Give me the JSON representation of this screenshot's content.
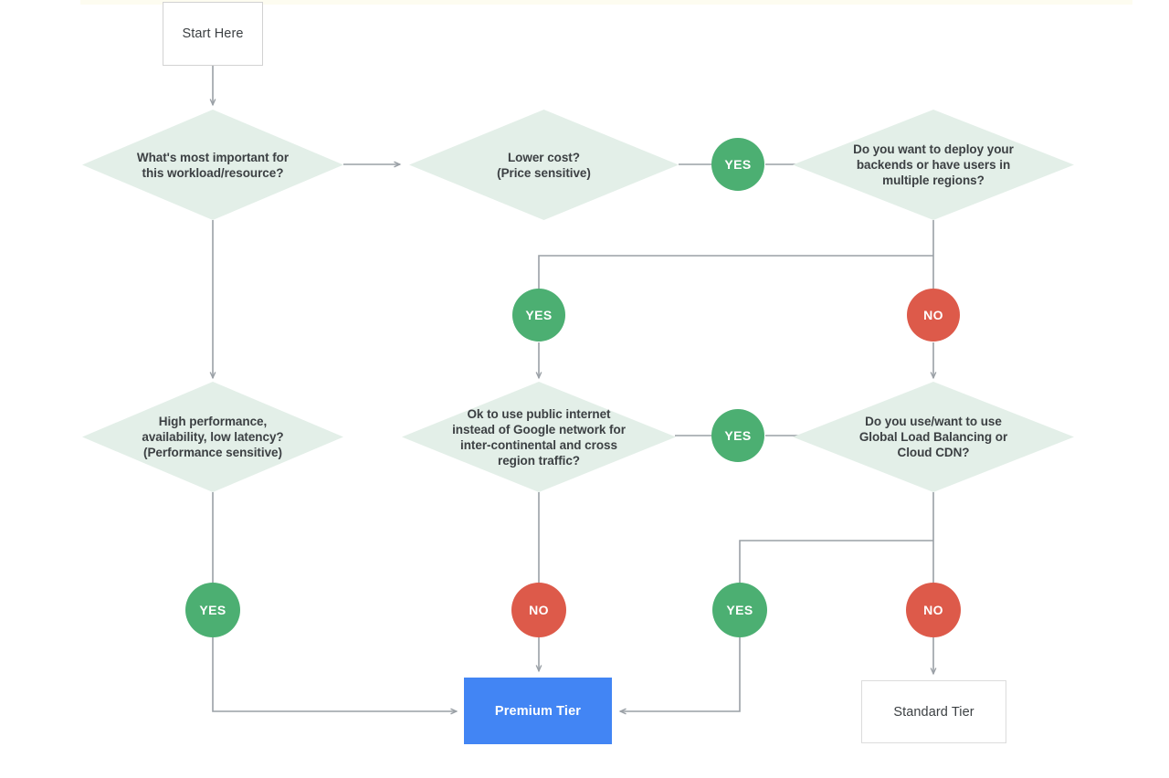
{
  "chart_data": {
    "type": "flowchart",
    "title": "Network Service Tier decision flowchart",
    "nodes": [
      {
        "id": "start",
        "kind": "terminator",
        "label": "Start Here"
      },
      {
        "id": "d1",
        "kind": "decision",
        "label": "What's most important for this workload/resource?"
      },
      {
        "id": "d2",
        "kind": "decision",
        "label": "Lower cost? (Price sensitive)"
      },
      {
        "id": "d3",
        "kind": "decision",
        "label": "Do you want to deploy your backends or have users in multiple regions?"
      },
      {
        "id": "d4",
        "kind": "decision",
        "label": "High performance, availability, low latency? (Performance sensitive)"
      },
      {
        "id": "d5",
        "kind": "decision",
        "label": "Ok to use public internet instead of Google network for inter-continental and cross region traffic?"
      },
      {
        "id": "d6",
        "kind": "decision",
        "label": "Do you use/want to use Global Load Balancing or Cloud CDN?"
      },
      {
        "id": "premium",
        "kind": "result",
        "label": "Premium Tier"
      },
      {
        "id": "standard",
        "kind": "result",
        "label": "Standard Tier"
      }
    ],
    "edges": [
      {
        "from": "start",
        "to": "d1",
        "label": ""
      },
      {
        "from": "d1",
        "to": "d2",
        "label": ""
      },
      {
        "from": "d1",
        "to": "d4",
        "label": ""
      },
      {
        "from": "d2",
        "to": "d3",
        "label": "YES"
      },
      {
        "from": "d3",
        "to": "d5",
        "label": "YES"
      },
      {
        "from": "d3",
        "to": "d6",
        "label": "NO"
      },
      {
        "from": "d4",
        "to": "premium",
        "label": "YES"
      },
      {
        "from": "d5",
        "to": "premium",
        "label": "NO"
      },
      {
        "from": "d5",
        "to": "d6",
        "label": "YES"
      },
      {
        "from": "d6",
        "to": "premium",
        "label": "YES"
      },
      {
        "from": "d6",
        "to": "standard",
        "label": "NO"
      }
    ]
  },
  "nodes": {
    "start": {
      "label": "Start Here"
    },
    "d1": {
      "line1": "What's most important for",
      "line2": "this workload/resource?"
    },
    "d2": {
      "line1": "Lower cost?",
      "line2": "(Price sensitive)"
    },
    "d3": {
      "line1": "Do you want to deploy your",
      "line2": "backends or have users in",
      "line3": "multiple regions?"
    },
    "d4": {
      "line1": "High performance,",
      "line2": "availability, low latency?",
      "line3": "(Performance sensitive)"
    },
    "d5": {
      "line1": "Ok to use public internet",
      "line2": "instead of Google network for",
      "line3": "inter-continental and cross",
      "line4": "region traffic?"
    },
    "d6": {
      "line1": "Do you use/want to use",
      "line2": "Global Load Balancing or",
      "line3": "Cloud CDN?"
    },
    "premium": {
      "label": "Premium Tier"
    },
    "standard": {
      "label": "Standard Tier"
    }
  },
  "badges": {
    "yes_cost": "YES",
    "yes_multiregion": "YES",
    "no_multiregion": "NO",
    "yes_performance": "YES",
    "yes_publicinternet": "YES",
    "no_publicinternet": "NO",
    "yes_glb": "YES",
    "no_glb": "NO"
  },
  "colors": {
    "diamond_fill": "#e3efe8",
    "yes_badge": "#4caf72",
    "no_badge": "#dd5a4a",
    "premium_fill": "#4285f4",
    "edge_stroke": "#9aa0a6",
    "text": "#3c4043"
  }
}
